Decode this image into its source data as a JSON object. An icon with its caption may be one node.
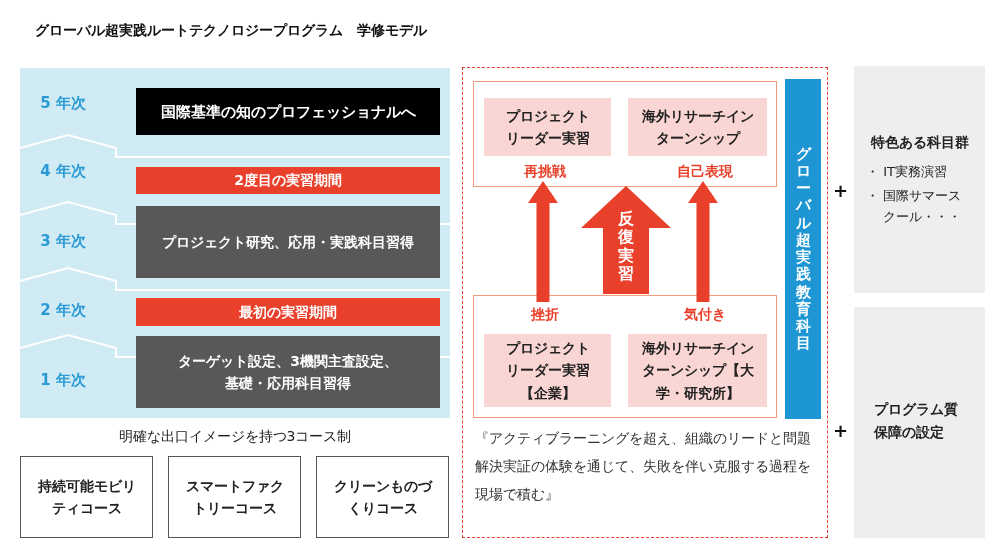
{
  "diagram": {
    "title": "グローバル超実践ルートテクノロジープログラム　学修モデル",
    "nodes": [
      {
        "text": [
          "国際基準の知のプロフェッショナルへ"
        ]
      },
      {
        "text": [
          "2度目の実習期間"
        ]
      },
      {
        "text": [
          "プロジェクト研究、応用・実践科目習得"
        ]
      },
      {
        "text": [
          "最初の実習期間"
        ]
      },
      {
        "text": [
          "ターゲット設定、3機関主査設定、基礎・応用科目習得"
        ]
      },
      {
        "text": [
          "持続可能モビリティコース"
        ]
      },
      {
        "text": [
          "スマートファクトリーコース"
        ]
      },
      {
        "text": [
          "クリーンものづくりコース"
        ]
      },
      {
        "text": [
          "『アクティブラーニングを超え、組織のリードと問題解決実証の体験を通じて、失敗を伴い克服する過程を現場で積む』"
        ]
      },
      {
        "text": [],
        "shape": "box",
        "in": 8
      },
      {
        "text": [
          "プロジェクトリーダー実習"
        ],
        "in": 9
      },
      {
        "text": [
          "海外リサーチインターンシップ"
        ],
        "in": 9
      },
      {
        "text": [
          "再挑戦"
        ],
        "in": 9
      },
      {
        "text": [
          "自己表現"
        ],
        "in": 9
      },
      {
        "text": [],
        "shape": "box",
        "in": 8
      },
      {
        "text": [
          "挫折"
        ],
        "in": 14
      },
      {
        "text": [
          "気付き"
        ],
        "in": 14
      },
      {
        "text": [
          "プロジェクトリーダー実習【企業】"
        ],
        "in": 14
      },
      {
        "text": [
          "海外リサーチインターンシップ【大学・研究所】"
        ],
        "in": 14
      },
      {
        "text": [
          "グローバル超実践教育科目"
        ],
        "in": 8
      },
      {
        "text": [
          "特色ある科目群",
          "・ IT実務演習",
          "・ 国際サマースクール・・・"
        ]
      },
      {
        "text": [
          "プログラム質保障の設定"
        ]
      }
    ],
    "edges": [
      {
        "from": 15,
        "to": 12,
        "arrow": "to"
      },
      {
        "from": 14,
        "to": 9,
        "arrow": "to",
        "label": "反復実習",
        "style": "thick"
      },
      {
        "from": 16,
        "to": 13,
        "arrow": "to"
      }
    ],
    "labels": [
      "5 年次",
      "4 年次",
      "3 年次",
      "2 年次",
      "1 年次",
      "明確な出口イメージを持つ3コース制",
      "+",
      "+"
    ]
  }
}
